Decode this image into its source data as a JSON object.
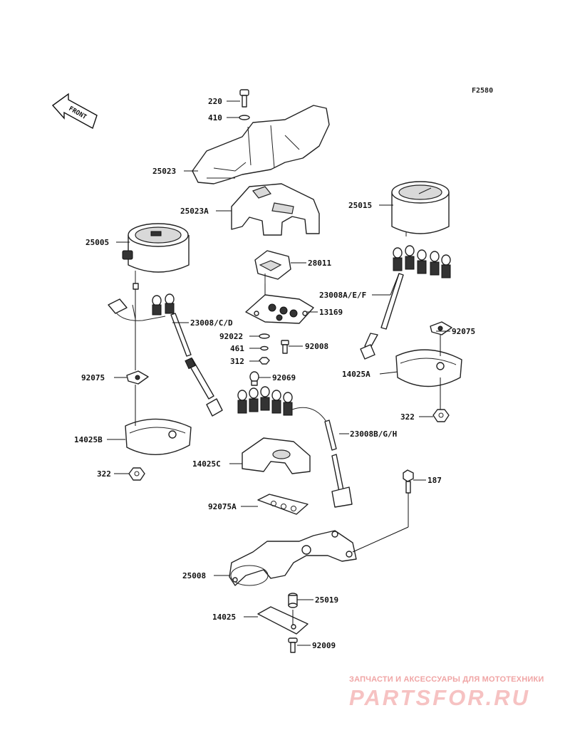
{
  "figure_id": "F2580",
  "front_label": "FRONT",
  "part_labels": {
    "p220": "220",
    "p410": "410",
    "p25023": "25023",
    "p25023a": "25023A",
    "p25015": "25015",
    "p25005": "25005",
    "p28011": "28011",
    "p23008aef": "23008A/E/F",
    "p13169": "13169",
    "p23008cd": "23008/C/D",
    "p92075_right": "92075",
    "p92022": "92022",
    "p461": "461",
    "p92008": "92008",
    "p312": "312",
    "p92075_left": "92075",
    "p92069": "92069",
    "p14025a": "14025A",
    "p322_right": "322",
    "p14025b": "14025B",
    "p23008bgh": "23008B/G/H",
    "p14025c": "14025C",
    "p322_left": "322",
    "p187": "187",
    "p92075a": "92075A",
    "p25008": "25008",
    "p25019": "25019",
    "p14025": "14025",
    "p92009": "92009"
  },
  "watermark": {
    "tagline": "ЗАПЧАСТИ И АКСЕССУАРЫ ДЛЯ МОТОТЕХНИКИ",
    "logo": "PARTSFOR.RU"
  }
}
